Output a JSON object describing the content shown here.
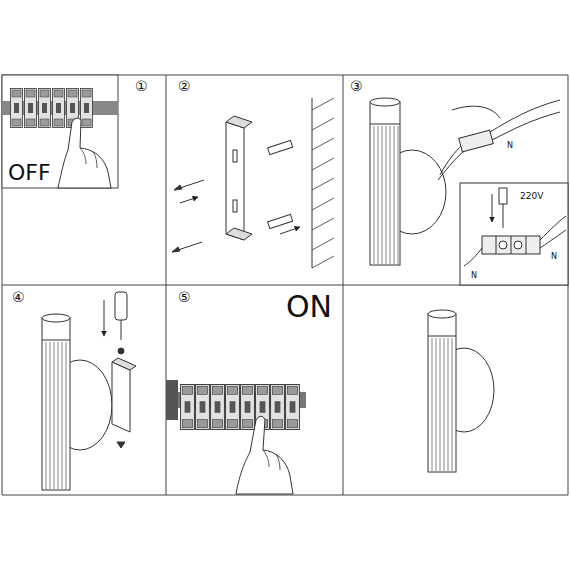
{
  "diagram": {
    "labels": [
      "①",
      "OFF",
      "②",
      "③",
      "220V",
      "N",
      "N",
      "N",
      "④",
      "⑤",
      "ON"
    ]
  }
}
